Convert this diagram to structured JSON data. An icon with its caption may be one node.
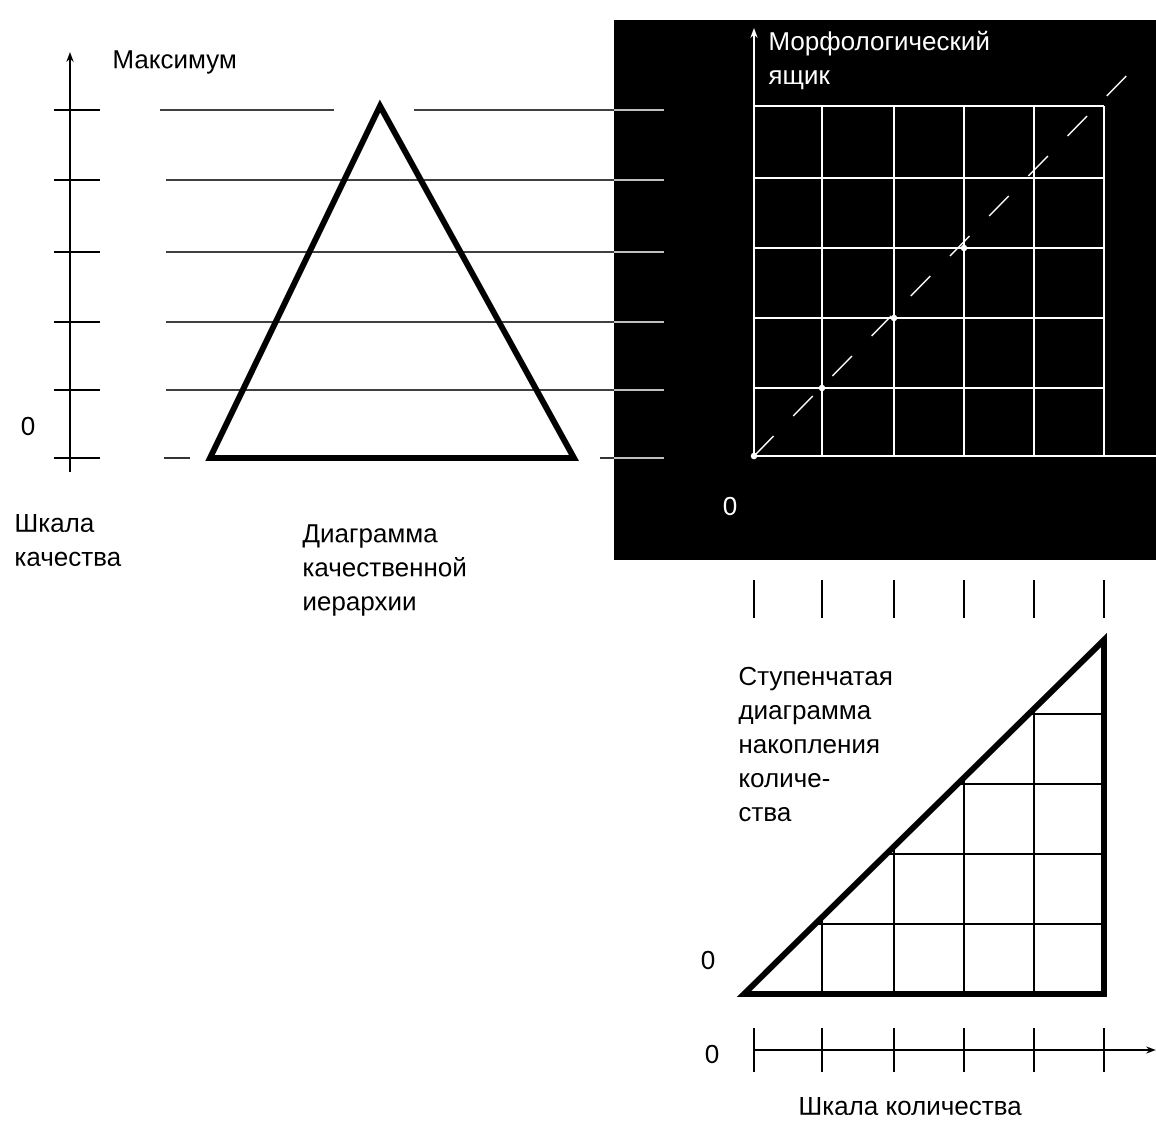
{
  "diagram": {
    "labels": [
      "Максимум",
      "Морфологический ящик",
      "0",
      "0",
      "Шкала качества",
      "Диаграмма качественной иерархии",
      "Ступенчатая диаграмма накопления количе- ства",
      "0",
      "0",
      "Шкала количества"
    ]
  }
}
